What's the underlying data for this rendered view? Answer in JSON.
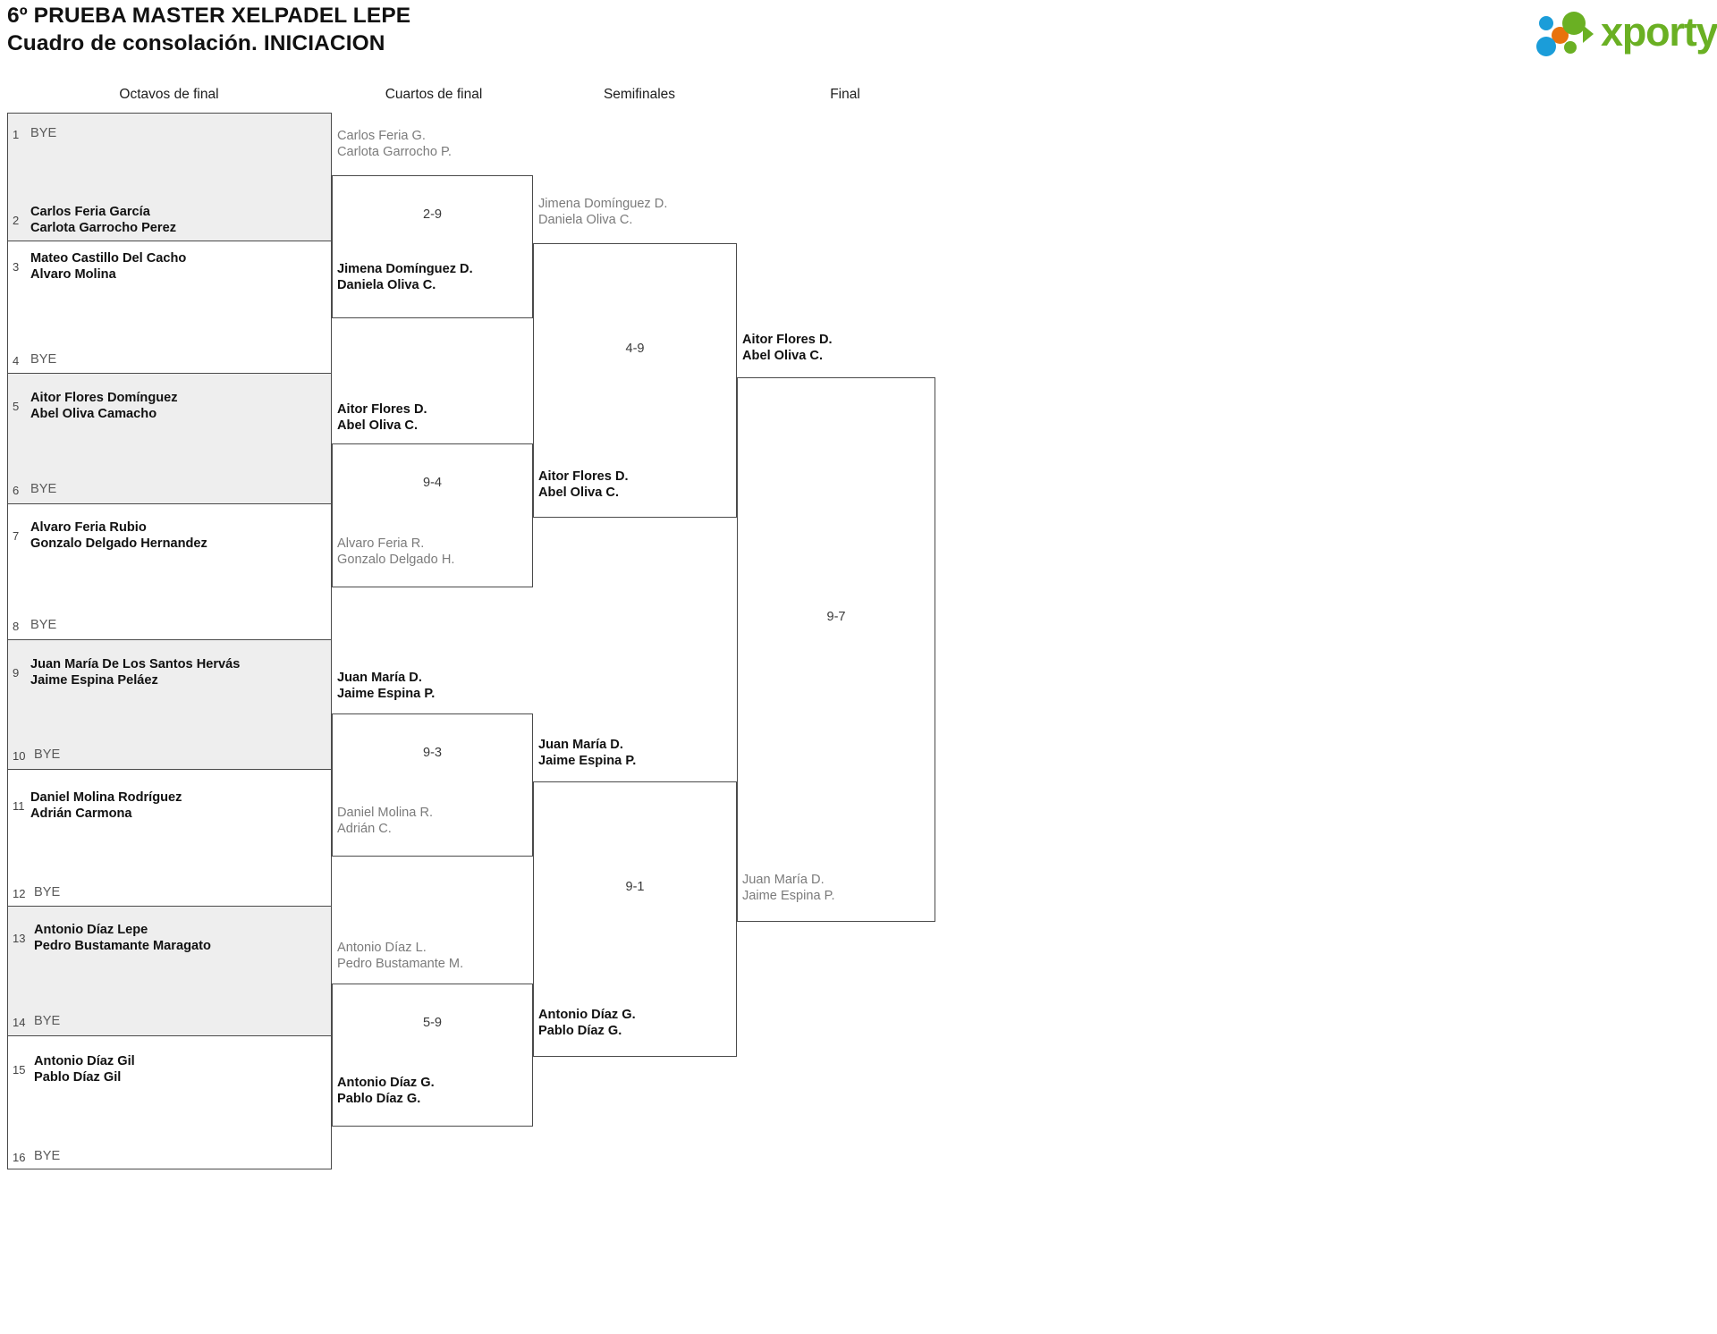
{
  "header": {
    "title_line1": "6º PRUEBA MASTER XELPADEL LEPE",
    "title_line2": "Cuadro de consolación. INICIACION",
    "logo_text": "xporty",
    "logo_colors": {
      "green": "#6ab023",
      "orange": "#e8720c",
      "blue": "#1b9dd9"
    }
  },
  "rounds": [
    {
      "label": "Octavos de final"
    },
    {
      "label": "Cuartos de final"
    },
    {
      "label": "Semifinales"
    },
    {
      "label": "Final"
    }
  ],
  "colors": {
    "band": "#eeeeee",
    "line": "#4a4a4a",
    "winner_text": "#111111",
    "loser_text": "#7b7b7b",
    "bye_text": "#5a5a5a"
  },
  "bracket": {
    "round1": [
      {
        "seed": "1",
        "status": "bye",
        "line1": "BYE",
        "line2": ""
      },
      {
        "seed": "2",
        "status": "winner",
        "line1": "Carlos Feria García",
        "line2": "Carlota Garrocho Perez"
      },
      {
        "seed": "3",
        "status": "winner",
        "line1": "Mateo Castillo Del Cacho",
        "line2": "Alvaro Molina"
      },
      {
        "seed": "4",
        "status": "bye",
        "line1": "BYE",
        "line2": ""
      },
      {
        "seed": "5",
        "status": "winner",
        "line1": "Aitor Flores Domínguez",
        "line2": "Abel Oliva Camacho"
      },
      {
        "seed": "6",
        "status": "bye",
        "line1": "BYE",
        "line2": ""
      },
      {
        "seed": "7",
        "status": "winner",
        "line1": "Alvaro Feria Rubio",
        "line2": "Gonzalo Delgado Hernandez"
      },
      {
        "seed": "8",
        "status": "bye",
        "line1": "BYE",
        "line2": ""
      },
      {
        "seed": "9",
        "status": "winner",
        "line1": "Juan María De Los Santos Hervás",
        "line2": "Jaime Espina Peláez"
      },
      {
        "seed": "10",
        "status": "bye",
        "line1": "BYE",
        "line2": ""
      },
      {
        "seed": "11",
        "status": "winner",
        "line1": "Daniel Molina Rodríguez",
        "line2": "Adrián Carmona"
      },
      {
        "seed": "12",
        "status": "bye",
        "line1": "BYE",
        "line2": ""
      },
      {
        "seed": "13",
        "status": "winner",
        "line1": "Antonio Díaz Lepe",
        "line2": "Pedro Bustamante Maragato"
      },
      {
        "seed": "14",
        "status": "bye",
        "line1": "BYE",
        "line2": ""
      },
      {
        "seed": "15",
        "status": "winner",
        "line1": "Antonio Díaz Gil",
        "line2": "Pablo Díaz Gil"
      },
      {
        "seed": "16",
        "status": "bye",
        "line1": "BYE",
        "line2": ""
      }
    ],
    "round2": [
      {
        "status": "loser",
        "line1": "Carlos Feria G.",
        "line2": "Carlota Garrocho P."
      },
      {
        "status": "winner",
        "line1": "Jimena Domínguez D.",
        "line2": "Daniela Oliva C."
      },
      {
        "status": "winner",
        "line1": "Aitor Flores D.",
        "line2": "Abel Oliva C."
      },
      {
        "status": "loser",
        "line1": "Alvaro Feria R.",
        "line2": "Gonzalo Delgado H."
      },
      {
        "status": "winner",
        "line1": "Juan María D.",
        "line2": "Jaime Espina P."
      },
      {
        "status": "loser",
        "line1": "Daniel Molina R.",
        "line2": "Adrián C."
      },
      {
        "status": "loser",
        "line1": "Antonio Díaz L.",
        "line2": "Pedro Bustamante M."
      },
      {
        "status": "winner",
        "line1": "Antonio Díaz G.",
        "line2": "Pablo Díaz G."
      }
    ],
    "round2_scores": [
      "2-9",
      "9-4",
      "9-3",
      "5-9"
    ],
    "round3": [
      {
        "status": "loser",
        "line1": "Jimena Domínguez D.",
        "line2": "Daniela Oliva C."
      },
      {
        "status": "winner",
        "line1": "Aitor Flores D.",
        "line2": "Abel Oliva C."
      },
      {
        "status": "winner",
        "line1": "Juan María D.",
        "line2": "Jaime Espina P."
      },
      {
        "status": "winner",
        "line1": "Antonio Díaz G.",
        "line2": "Pablo Díaz G."
      }
    ],
    "round3_scores": [
      "4-9",
      "9-1"
    ],
    "round4": [
      {
        "status": "winner",
        "line1": "Aitor Flores D.",
        "line2": "Abel Oliva C."
      },
      {
        "status": "loser",
        "line1": "Juan María D.",
        "line2": "Jaime Espina P."
      }
    ],
    "round4_scores": [
      "9-7"
    ]
  }
}
